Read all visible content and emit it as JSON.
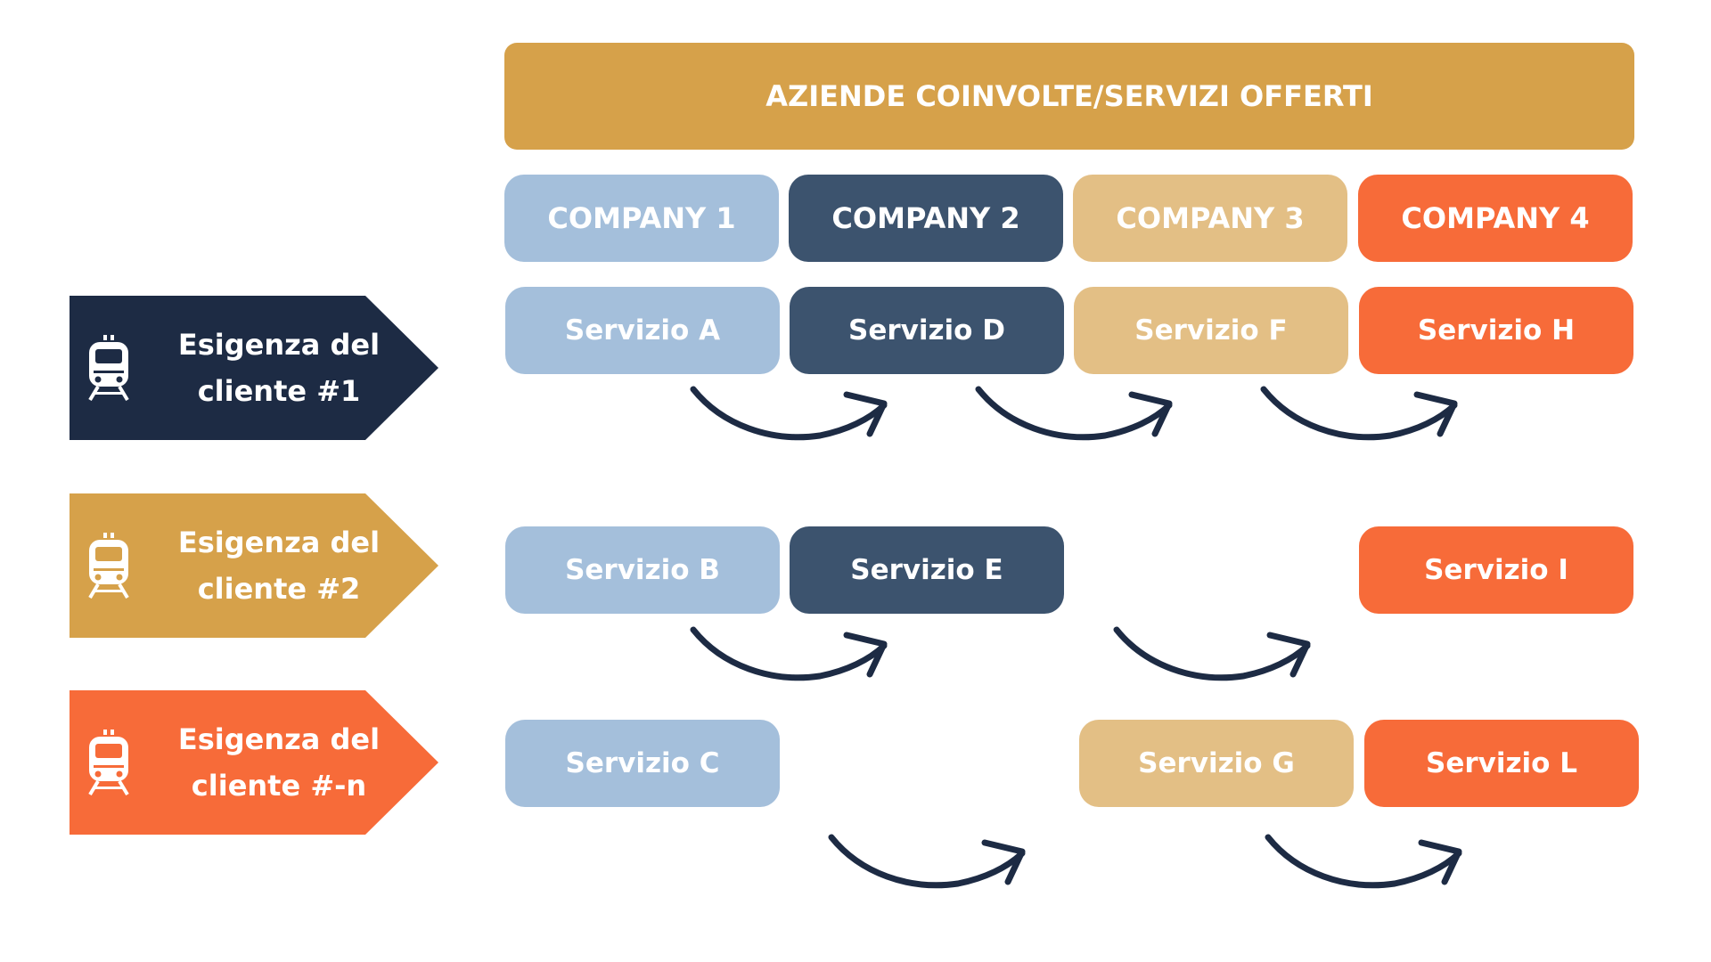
{
  "header": {
    "title": "AZIENDE COINVOLTE/SERVIZI OFFERTI"
  },
  "companies": [
    {
      "label": "COMPANY 1",
      "color": "#a4bfdb"
    },
    {
      "label": "COMPANY 2",
      "color": "#3c536e"
    },
    {
      "label": "COMPANY 3",
      "color": "#e3bf85"
    },
    {
      "label": "COMPANY 4",
      "color": "#f76b39"
    }
  ],
  "needs": [
    {
      "label": "Esigenza del\ncliente #1",
      "color": "#1d2b44",
      "icon": "train-icon",
      "services": [
        "Servizio A",
        "Servizio D",
        "Servizio F",
        "Servizio H"
      ]
    },
    {
      "label": "Esigenza del\ncliente #2",
      "color": "#d6a14a",
      "icon": "train-icon",
      "services": [
        "Servizio B",
        "Servizio E",
        "Servizio I"
      ]
    },
    {
      "label": "Esigenza del\ncliente #-n",
      "color": "#f76b39",
      "icon": "train-icon",
      "services": [
        "Servizio C",
        "Servizio G",
        "Servizio L"
      ]
    }
  ],
  "colors": {
    "arrow": "#1d2b44",
    "header": "#d6a14a"
  }
}
